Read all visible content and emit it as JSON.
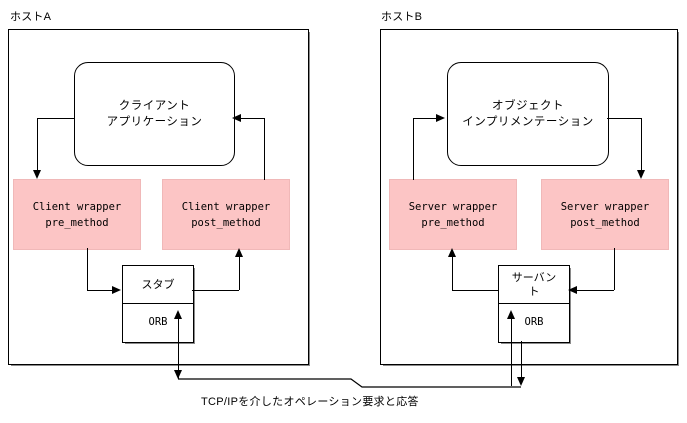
{
  "diagram": {
    "title_caption": "TCP/IPを介したオペレーション要求と応答",
    "colors": {
      "wrapper_fill": "#fcc5c5",
      "line": "#000000",
      "background": "#ffffff",
      "box_shadow": "#8a8a8a"
    }
  },
  "host_a": {
    "label": "ホストA",
    "app": {
      "line1": "クライアント",
      "line2": "アプリケーション"
    },
    "wrappers": [
      {
        "line1": "Client wrapper",
        "line2": "pre_method"
      },
      {
        "line1": "Client wrapper",
        "line2": "post_method"
      }
    ],
    "stack": {
      "top": "スタブ",
      "bottom": "ORB"
    }
  },
  "host_b": {
    "label": "ホストB",
    "app": {
      "line1": "オブジェクト",
      "line2": "インプリメンテーション"
    },
    "wrappers": [
      {
        "line1": "Server wrapper",
        "line2": "pre_method"
      },
      {
        "line1": "Server wrapper",
        "line2": "post_method"
      }
    ],
    "stack": {
      "top_line1": "サーバン",
      "top_line2": "ト",
      "bottom": "ORB"
    }
  }
}
